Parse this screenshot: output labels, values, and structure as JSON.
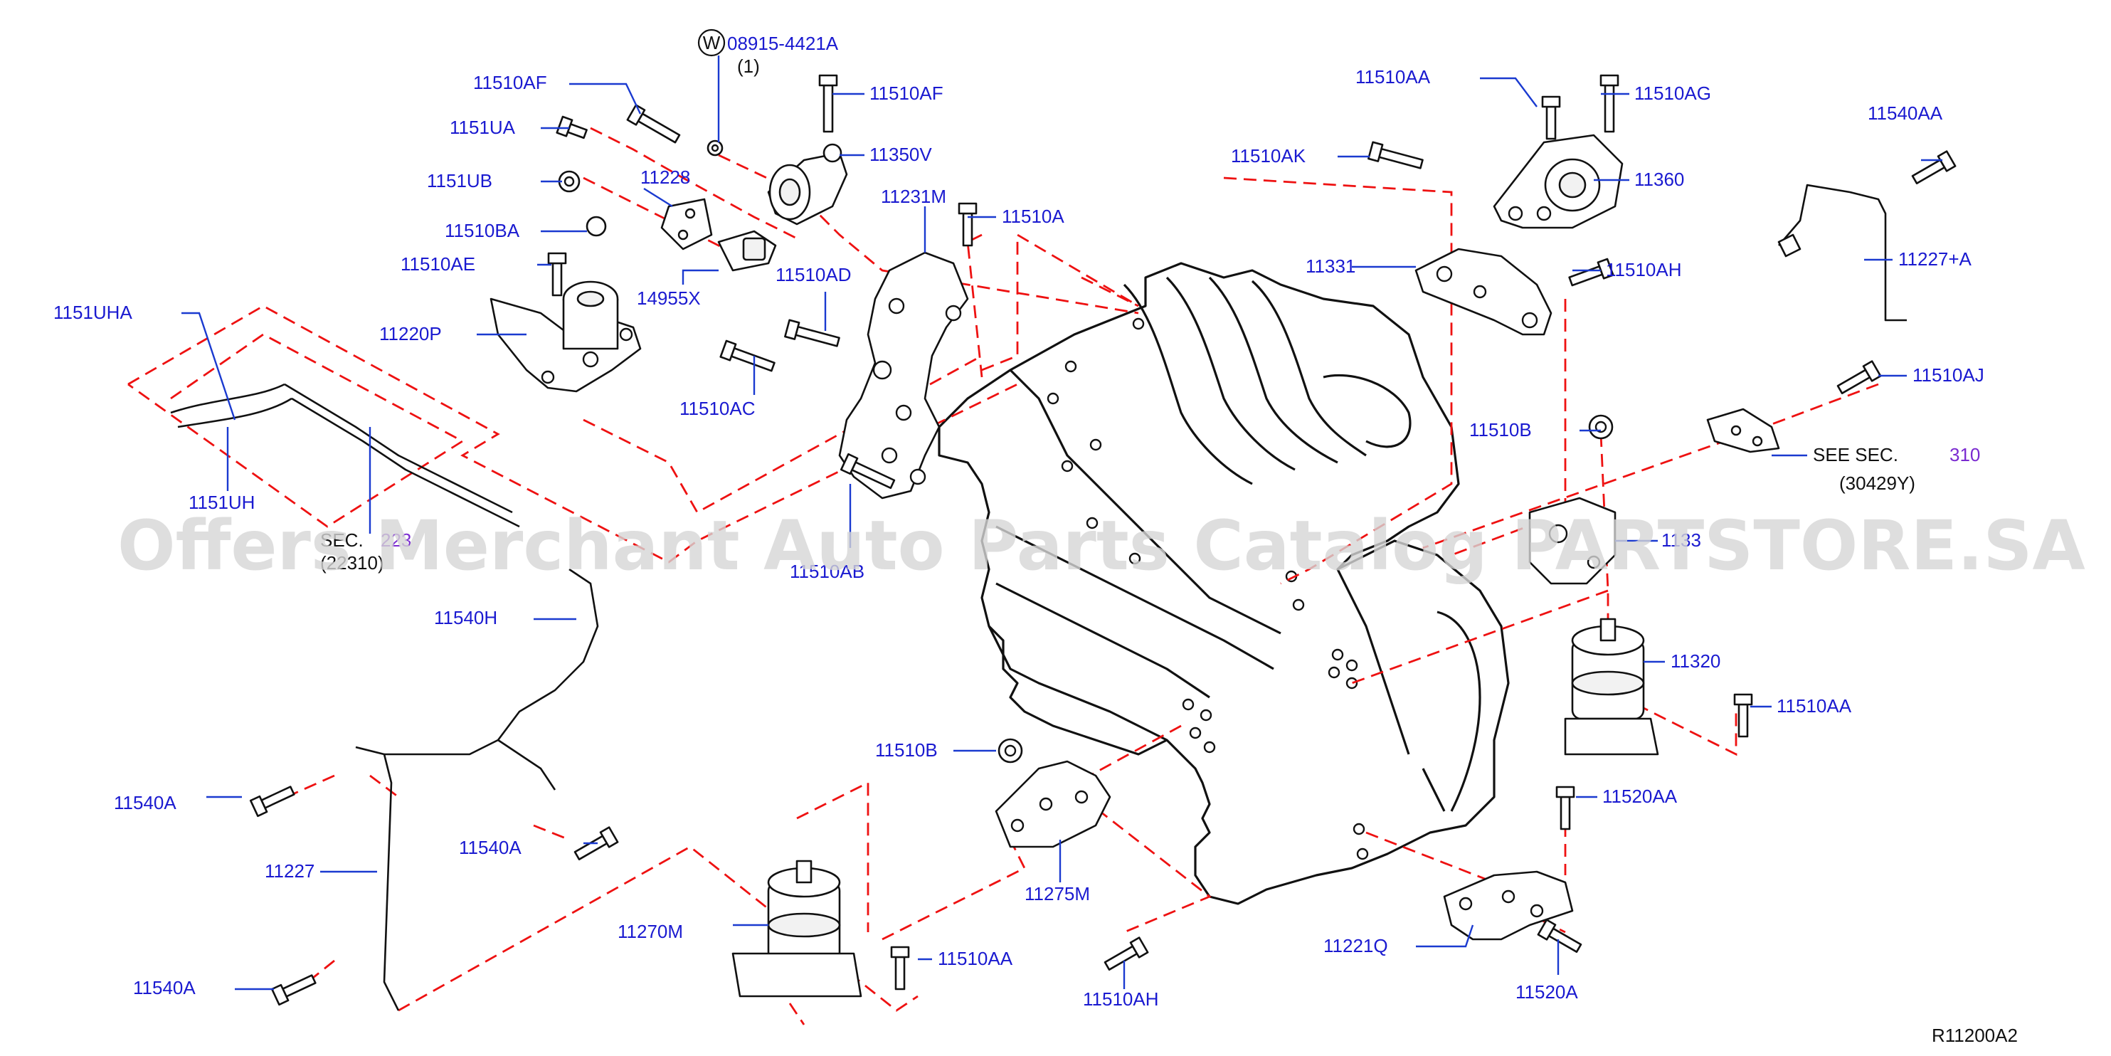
{
  "watermark": "Offers Merchant Auto Parts Catalog PARTSTORE.SA",
  "diagram_code": "R11200A2",
  "labels": {
    "l_08915": "08915-4421A",
    "l_08915_qty": "(1)",
    "l_w": "W",
    "l_11510AF_a": "11510AF",
    "l_11510AF_b": "11510AF",
    "l_1151UA": "1151UA",
    "l_11350V": "11350V",
    "l_1151UB": "1151UB",
    "l_11228": "11228",
    "l_11231M": "11231M",
    "l_11510A": "11510A",
    "l_11510BA": "11510BA",
    "l_11510AE": "11510AE",
    "l_14955X": "14955X",
    "l_11510AD": "11510AD",
    "l_1151UHA": "1151UHA",
    "l_11220P": "11220P",
    "l_11510AC": "11510AC",
    "l_1151UH": "1151UH",
    "l_sec_left": "SEC.",
    "l_sec_left_num": "223",
    "l_sec_left_code": "(22310)",
    "l_11510AB": "11510AB",
    "l_11540H": "11540H",
    "l_11510AA_top": "11510AA",
    "l_11510AG": "11510AG",
    "l_11510AK": "11510AK",
    "l_11360": "11360",
    "l_11331": "11331",
    "l_11510AH_top": "11510AH",
    "l_11540AA": "11540AA",
    "l_11227A": "11227+A",
    "l_11510AJ": "11510AJ",
    "l_11510B_r": "11510B",
    "l_see_sec": "SEE   SEC.",
    "l_see_sec_num": "310",
    "l_see_sec_code": "(30429Y)",
    "l_1133": "1133",
    "l_11320": "11320",
    "l_11510AA_r": "11510AA",
    "l_11520AA": "11520AA",
    "l_11221Q": "11221Q",
    "l_11520A": "11520A",
    "l_11510B_c": "11510B",
    "l_11275M": "11275M",
    "l_11270M": "11270M",
    "l_11510AA_bot": "11510AA",
    "l_11510AH_bot": "11510AH",
    "l_11540A_1": "11540A",
    "l_11540A_2": "11540A",
    "l_11540A_3": "11540A",
    "l_11227": "11227"
  }
}
